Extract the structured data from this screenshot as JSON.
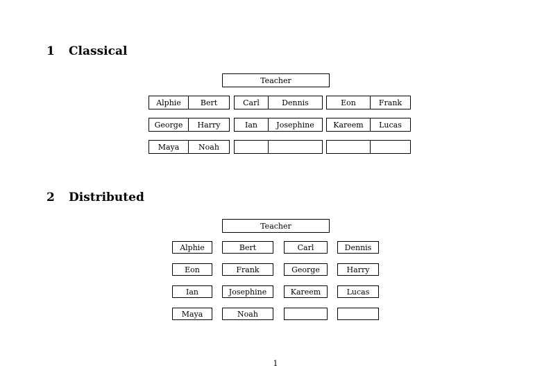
{
  "document": {
    "page_number": "1"
  },
  "sections": [
    {
      "number": "1",
      "title": "Classical",
      "teacher_label": "Teacher",
      "groups": [
        {
          "name": "group-left",
          "rows": [
            [
              "Alphie",
              "Bert"
            ],
            [
              "George",
              "Harry"
            ],
            [
              "Maya",
              "Noah"
            ]
          ]
        },
        {
          "name": "group-middle",
          "rows": [
            [
              "Carl",
              "Dennis"
            ],
            [
              "Ian",
              "Josephine"
            ],
            [
              "",
              ""
            ]
          ]
        },
        {
          "name": "group-right",
          "rows": [
            [
              "Eon",
              "Frank"
            ],
            [
              "Kareem",
              "Lucas"
            ],
            [
              "",
              ""
            ]
          ]
        }
      ]
    },
    {
      "number": "2",
      "title": "Distributed",
      "teacher_label": "Teacher",
      "rows": [
        [
          "Alphie",
          "Bert",
          "Carl",
          "Dennis"
        ],
        [
          "Eon",
          "Frank",
          "George",
          "Harry"
        ],
        [
          "Ian",
          "Josephine",
          "Kareem",
          "Lucas"
        ],
        [
          "Maya",
          "Noah",
          "",
          ""
        ]
      ]
    }
  ]
}
